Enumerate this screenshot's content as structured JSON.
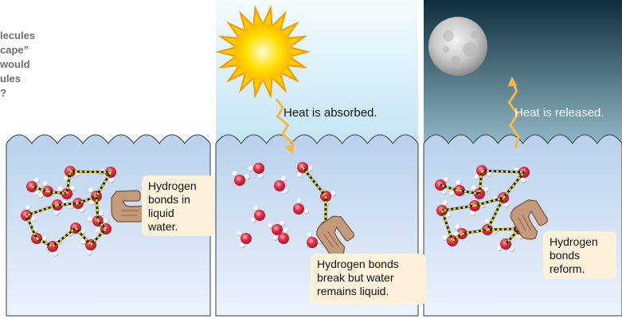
{
  "question_fragment": [
    "lecules",
    "cape”",
    "would",
    "ules",
    "?"
  ],
  "panels": [
    {
      "id": "liquid",
      "sky_top": "#ffffff",
      "sky_bottom": "#ffffff",
      "heat_label": "",
      "callout": [
        "Hydrogen",
        "bonds in",
        "liquid",
        "water."
      ]
    },
    {
      "id": "evaporating",
      "sky_top": "#f4fbfe",
      "sky_bottom": "#bfe3f3",
      "heat_label": "Heat is absorbed.",
      "heat_color": "#111111",
      "callout": [
        "Hydrogen bonds",
        "break but water",
        "remains liquid."
      ]
    },
    {
      "id": "freezing",
      "sky_top": "#0e2d3b",
      "sky_bottom": "#9fc8d6",
      "heat_label": "Heat is released.",
      "heat_color": "#ffffff",
      "callout": [
        "Hydrogen",
        "bonds",
        "reform."
      ]
    }
  ],
  "colors": {
    "water_top": "#b9d1ec",
    "water_bottom": "#ecf3fb",
    "oxygen": "#e8304b",
    "hydrogen": "#f2f2f2",
    "hbond": "#f5e000",
    "arrow": "#f7b64a",
    "callout_bg": "#fdf1dc"
  },
  "icons": [
    "sun-icon",
    "moon-icon",
    "pointing-hand-icon"
  ]
}
